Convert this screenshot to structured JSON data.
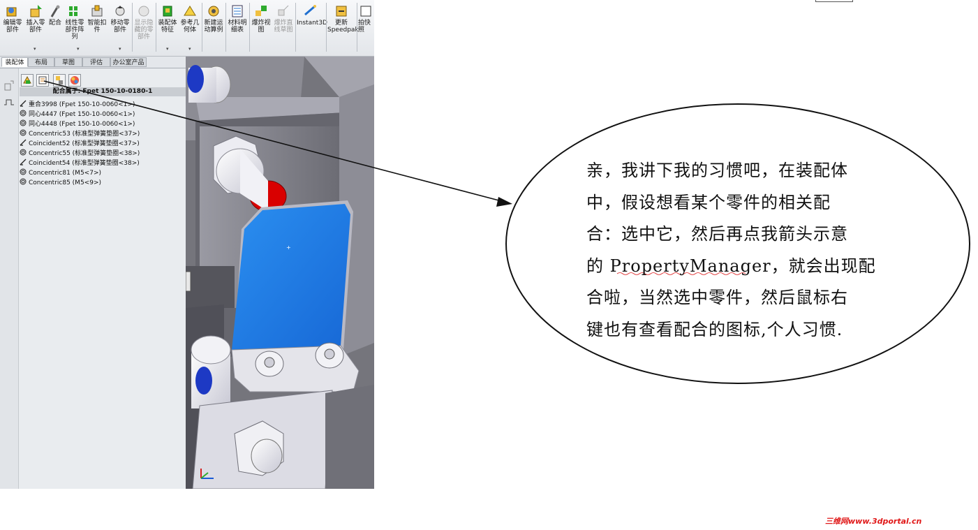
{
  "toolbar": {
    "buttons": [
      {
        "label": "编辑零部件",
        "icon": "edit-part-icon",
        "enabled": true
      },
      {
        "label": "插入零部件",
        "icon": "insert-component-icon",
        "enabled": true
      },
      {
        "label": "配合",
        "icon": "mate-icon",
        "enabled": true
      },
      {
        "label": "线性零部件阵列",
        "icon": "linear-pattern-icon",
        "enabled": true
      },
      {
        "label": "智能扣件",
        "icon": "smart-fastener-icon",
        "enabled": true
      },
      {
        "label": "移动零部件",
        "icon": "move-component-icon",
        "enabled": true
      },
      {
        "label": "显示隐藏的零部件",
        "icon": "show-hidden-icon",
        "enabled": false
      },
      {
        "label": "装配体特征",
        "icon": "assembly-feature-icon",
        "enabled": true
      },
      {
        "label": "参考几何体",
        "icon": "reference-geometry-icon",
        "enabled": true
      },
      {
        "label": "新建运动算例",
        "icon": "motion-study-icon",
        "enabled": true
      },
      {
        "label": "材料明细表",
        "icon": "bom-icon",
        "enabled": true
      },
      {
        "label": "爆炸视图",
        "icon": "exploded-view-icon",
        "enabled": true
      },
      {
        "label": "爆炸直线草图",
        "icon": "explode-line-sketch-icon",
        "enabled": false
      },
      {
        "label": "Instant3D",
        "icon": "instant3d-icon",
        "enabled": true
      },
      {
        "label": "更新Speedpak",
        "icon": "speedpak-icon",
        "enabled": true
      },
      {
        "label": "拍快照",
        "icon": "snapshot-icon",
        "enabled": true
      }
    ]
  },
  "tabs": [
    {
      "label": "装配体",
      "active": true
    },
    {
      "label": "布局",
      "active": false
    },
    {
      "label": "草图",
      "active": false
    },
    {
      "label": "评估",
      "active": false
    },
    {
      "label": "办公室产品",
      "active": false
    }
  ],
  "panel": {
    "title": "配合属于: Fpet 150-10-0180-1",
    "mates": [
      {
        "type": "coincident",
        "label": "重合3998 (Fpet 150-10-0060<1>)"
      },
      {
        "type": "concentric",
        "label": "同心4447 (Fpet 150-10-0060<1>)"
      },
      {
        "type": "concentric",
        "label": "同心4448 (Fpet 150-10-0060<1>)"
      },
      {
        "type": "concentric",
        "label": "Concentric53 (标准型弹簧垫圈<37>)"
      },
      {
        "type": "coincident",
        "label": "Coincident52 (标准型弹簧垫圈<37>)"
      },
      {
        "type": "concentric",
        "label": "Concentric55 (标准型弹簧垫圈<38>)"
      },
      {
        "type": "coincident",
        "label": "Coincident54 (标准型弹簧垫圈<38>)"
      },
      {
        "type": "concentric",
        "label": "Concentric81 (M5<7>)"
      },
      {
        "type": "concentric",
        "label": "Concentric85 (M5<9>)"
      }
    ]
  },
  "annotation": {
    "lines": [
      "亲，我讲下我的习惯吧，在装配体",
      "中，假设想看某个零件的相关配",
      "合：选中它，然后再点我箭头示意",
      "的 PropertyManager，就会出现配",
      "合啦，当然选中零件，然后鼠标右",
      "键也有查看配合的图标,个人习惯."
    ]
  },
  "watermark": "三维网www.3dportal.cn",
  "colors": {
    "selected_face": "#1e7ee8",
    "red_pin": "#d90000",
    "blue_pin": "#1d39c4"
  }
}
